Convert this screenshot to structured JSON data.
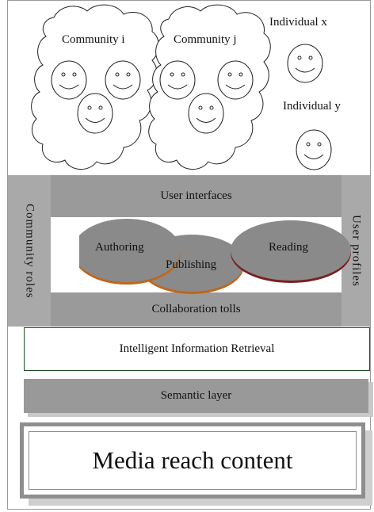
{
  "communities": {
    "community_i": "Community i",
    "community_j": "Community j"
  },
  "individuals": {
    "individual_x": "Individual x",
    "individual_y": "Individual y"
  },
  "layers": {
    "user_interfaces": "User interfaces",
    "authoring": "Authoring",
    "publishing": "Publishing",
    "reading": "Reading",
    "collaboration_tools": "Collaboration tolls",
    "community_roles": "Community roles",
    "user_profiles": "User profiles",
    "intelligent_information_retrieval": "Intelligent Information Retrieval",
    "semantic_layer": "Semantic layer",
    "media_reach_content": "Media reach content"
  },
  "colors": {
    "authoring_edge": "#c0661a",
    "publishing_edge": "#c0661a",
    "reading_edge": "#7a2020",
    "ellipse_fill": "#8a8a8a",
    "layer_gray": "#9a9a9a"
  }
}
